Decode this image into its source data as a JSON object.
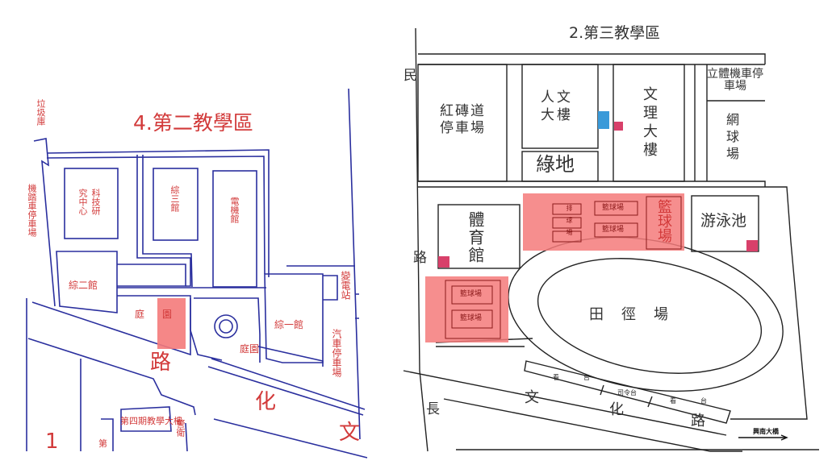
{
  "colors": {
    "road_blue": "#2a2f9e",
    "label_red": "#d23a3a",
    "highlight": "#f47a7a",
    "outline_black": "#222222"
  },
  "left_map": {
    "title": "4.第二教學區",
    "labels": {
      "garbage": "垃圾庫",
      "moto_parking": "機踏車停車場",
      "research_a": "科技研",
      "research_b": "究中心",
      "building3": "綜三館",
      "electrical": "電機館",
      "building2": "綜二館",
      "garden_a": "庭",
      "garden_b": "園",
      "garden2": "庭園",
      "building1": "綜一館",
      "substation": "變電站",
      "car_parking": "汽車停車場",
      "road_lu": "路",
      "road_hua": "化",
      "road_wen": "文",
      "phase4": "第四期教學大樓",
      "guard": "警衛",
      "di": "第",
      "num1": "1"
    }
  },
  "right_map": {
    "title": "2.第三教學區",
    "labels": {
      "min": "民",
      "redbrick_parking": "紅磚道停車場",
      "humanities": "人文大樓",
      "greenland": "綠地",
      "science": "文理大樓",
      "moto_garage": "立體機車停車場",
      "tennis": "網球場",
      "gym": "體育館",
      "volleyball": "排球場",
      "basketball_small": "籃球場",
      "basketball_big": "籃球場",
      "pool": "游泳池",
      "track": "田徑場",
      "stand": "看台",
      "podium": "司令台",
      "road_lu_left": "路",
      "chang": "長",
      "road_wen": "文",
      "road_hua": "化",
      "road_lu": "路",
      "bridge": "興南大橋"
    },
    "icons": [
      "restroom-icon",
      "accessible-icon"
    ]
  }
}
